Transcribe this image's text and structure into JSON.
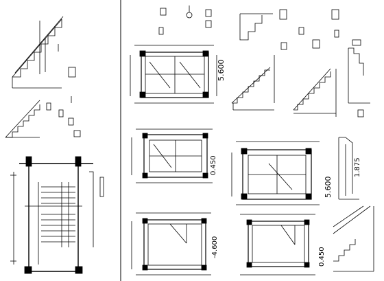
{
  "labels": {
    "upper_plan_a": "5.600",
    "mid_plan_a": "0.450",
    "mid_plan_b": "5.600",
    "lower_plan_a": "-4.600",
    "lower_plan_b": "0.450",
    "side_section_mark": "1.875"
  }
}
